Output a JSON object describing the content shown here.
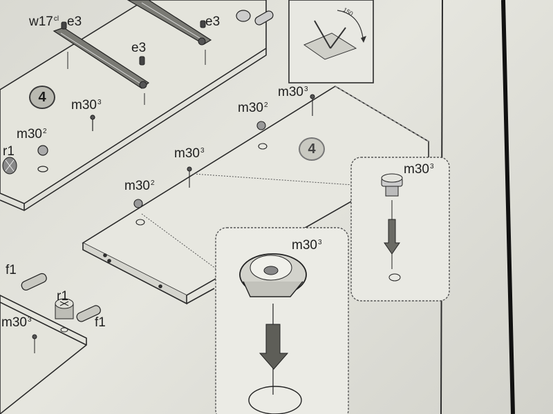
{
  "labels": {
    "w17": "w17",
    "w17_sup": "cl",
    "e3": "e3",
    "r1": "r1",
    "f1": "f1",
    "m30": "m30",
    "sup2": "2",
    "sup3": "3"
  },
  "steps": {
    "step4": "4"
  },
  "detail": {
    "angle": "150"
  }
}
